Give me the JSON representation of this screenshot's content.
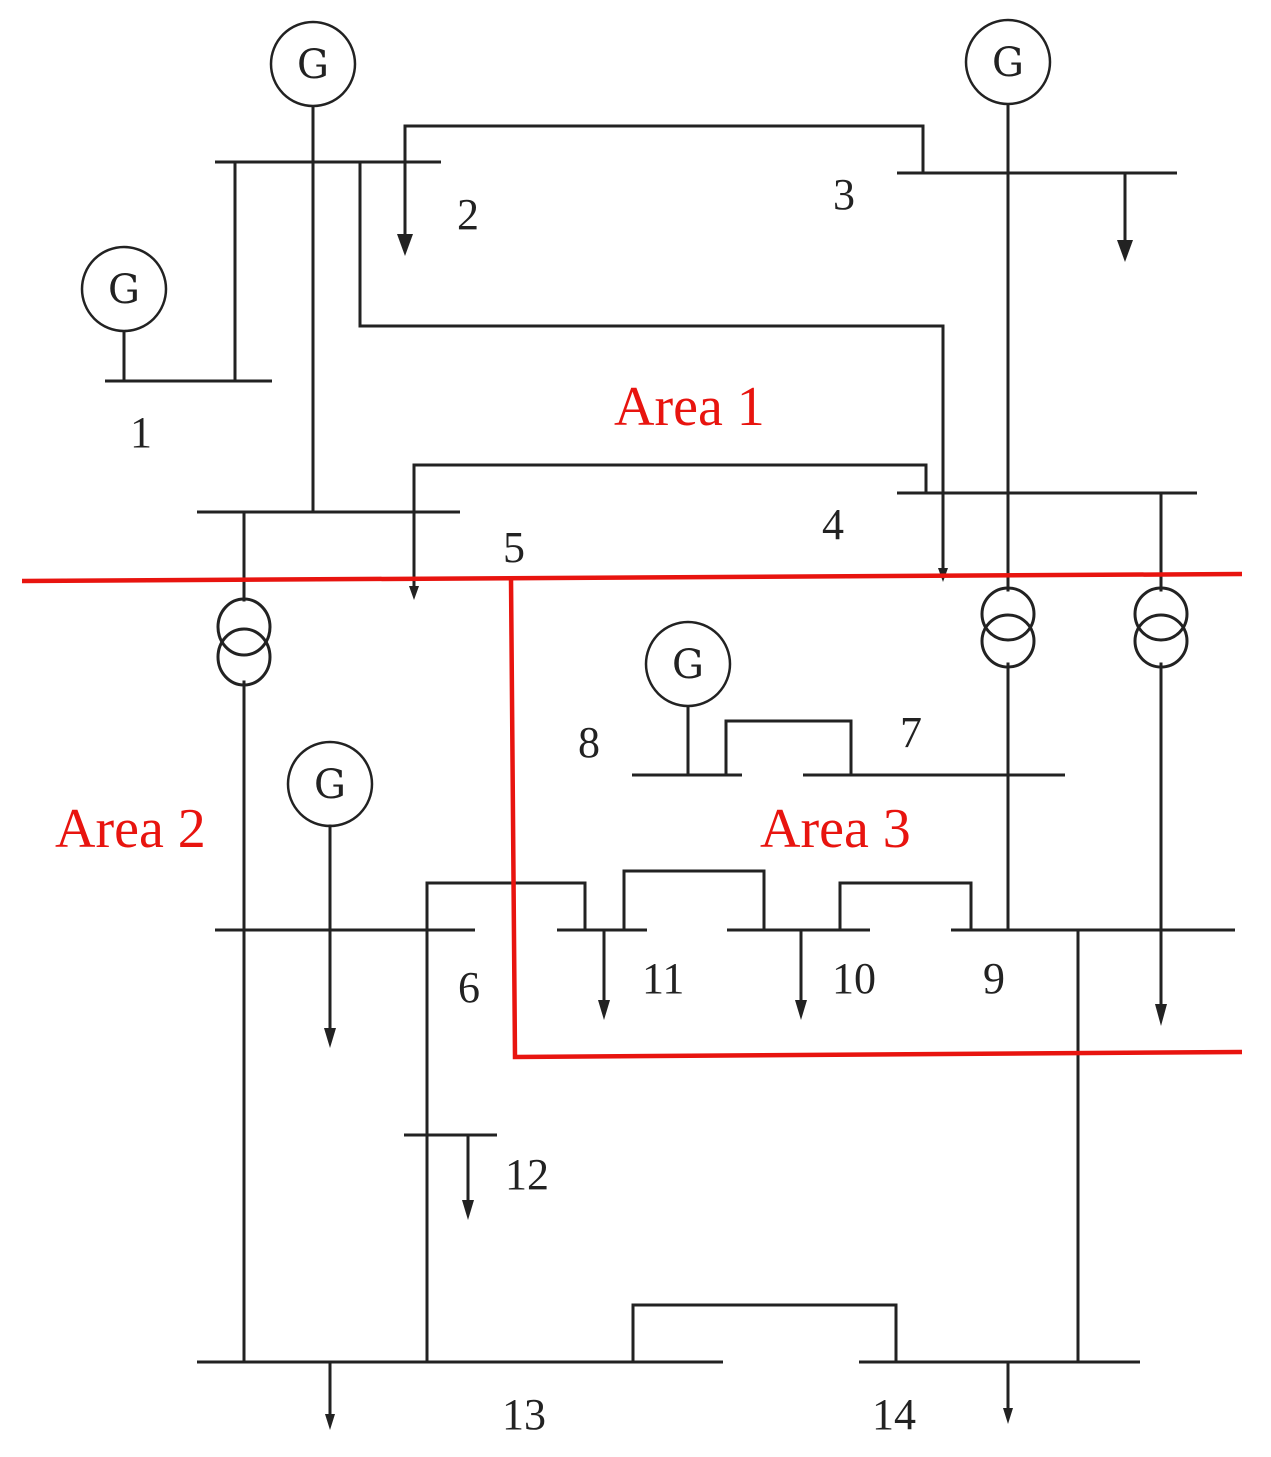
{
  "generator_symbol": "G",
  "colors": {
    "line": "#222222",
    "area": "#e8140f"
  },
  "buses": [
    {
      "id": "1",
      "label": "1"
    },
    {
      "id": "2",
      "label": "2"
    },
    {
      "id": "3",
      "label": "3"
    },
    {
      "id": "4",
      "label": "4"
    },
    {
      "id": "5",
      "label": "5"
    },
    {
      "id": "6",
      "label": "6"
    },
    {
      "id": "7",
      "label": "7"
    },
    {
      "id": "8",
      "label": "8"
    },
    {
      "id": "9",
      "label": "9"
    },
    {
      "id": "10",
      "label": "10"
    },
    {
      "id": "11",
      "label": "11"
    },
    {
      "id": "12",
      "label": "12"
    },
    {
      "id": "13",
      "label": "13"
    },
    {
      "id": "14",
      "label": "14"
    }
  ],
  "areas": [
    {
      "id": "1",
      "label": "Area 1"
    },
    {
      "id": "2",
      "label": "Area 2"
    },
    {
      "id": "3",
      "label": "Area 3"
    }
  ]
}
